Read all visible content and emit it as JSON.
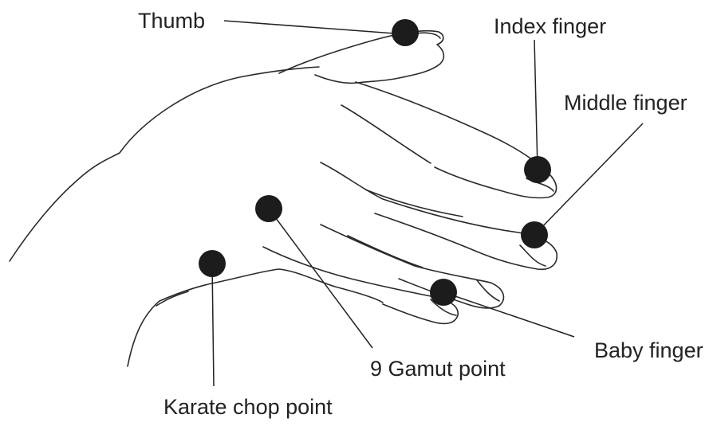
{
  "labels": {
    "thumb": "Thumb",
    "index_finger": "Index finger",
    "middle_finger": "Middle finger",
    "baby_finger": "Baby finger",
    "gamut_point": "9 Gamut point",
    "karate_chop_point": "Karate chop point"
  },
  "colors": {
    "ink": "#222222",
    "dot": "#1c1c1c",
    "background": "#ffffff"
  }
}
